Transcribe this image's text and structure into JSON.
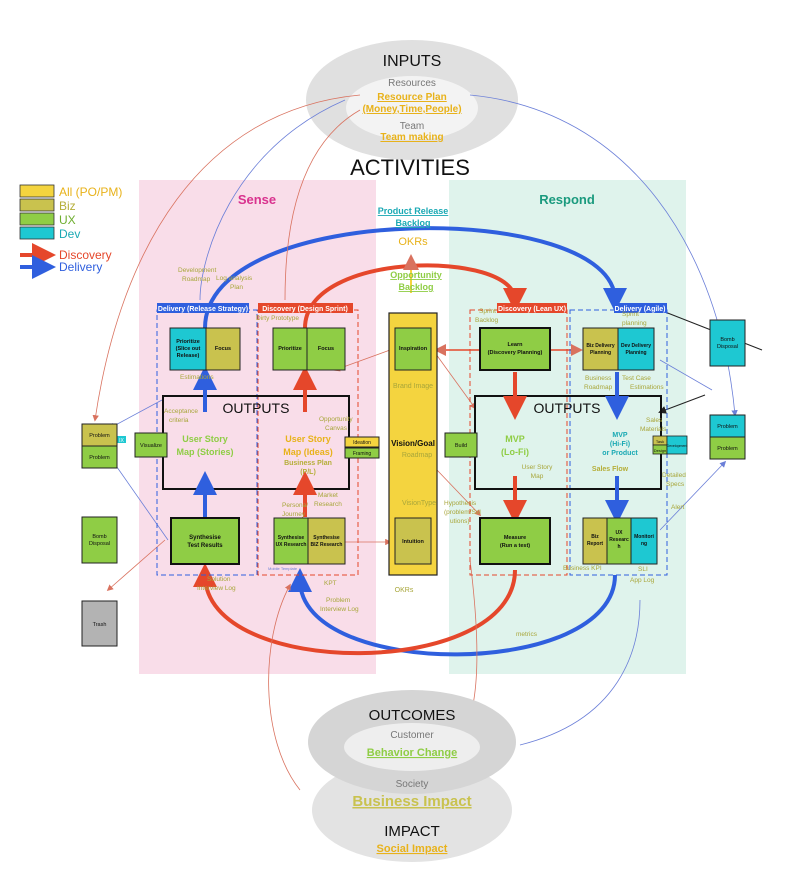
{
  "inputs": {
    "title": "INPUTS",
    "resources_label": "Resources",
    "resource_plan": "Resource Plan",
    "resource_plan_detail": "(Money,Time,People)",
    "team_label": "Team",
    "team_making": "Team making"
  },
  "activities": {
    "title": "ACTIVITIES",
    "sense": "Sense",
    "respond": "Respond"
  },
  "legend": {
    "all": "All (PO/PM)",
    "biz": "Biz",
    "ux": "UX",
    "dev": "Dev",
    "discovery": "Discovery",
    "delivery": "Delivery"
  },
  "center": {
    "product_release": "Product Release",
    "backlog": "Backlog",
    "okrs": "OKRs",
    "opportunity": "Opportunity",
    "opportunity_backlog": "Backlog",
    "inspiration": "Inspiration",
    "brand_image": "Brand Image",
    "vision_goal": "Vision/Goal",
    "roadmap": "Roadmap",
    "vision_type": "VisionType",
    "intuition": "Intuition",
    "okrs_bottom": "OKRs"
  },
  "left_group": {
    "delivery_header": "Delivery (Release Strategy)",
    "prioritize_1": "Prioritize",
    "prioritize_2": "(Slice out",
    "prioritize_3": "Release)",
    "focus": "Focus",
    "development": "Development",
    "roadmap": "Roadmap",
    "estimations": "Estimations",
    "acceptance_1": "Acceptance",
    "acceptance_2": "criteria",
    "visualize": "Visualize",
    "synthesise_1": "Synthesise",
    "synthesise_2": "Test Results",
    "solution": "Solution",
    "interview_log": "Interview Log",
    "problem": "Problem",
    "bomb_1": "Bomb",
    "bomb_2": "Disposal",
    "trash": "Trash",
    "ix": "IX"
  },
  "mid_left_group": {
    "discovery_header": "Discovery (Design Sprint)",
    "dirty_prototype": "Dirty Prototype",
    "prioritize": "Prioritize",
    "focus": "Focus",
    "log_analysis": "Log analysis",
    "plan": "Plan",
    "opportunity_1": "Opportunity",
    "opportunity_2": "Canvas",
    "ideation": "Ideation",
    "framing": "Framing",
    "market_1": "Market",
    "market_2": "Research",
    "persona_1": "Persona/",
    "persona_2": "Journey",
    "synth_ux_1": "Synthesise",
    "synth_ux_2": "UX Research",
    "synth_biz_1": "Synthesise",
    "synth_biz_2": "BIZ Research",
    "mobile_tag": "Mobile Template",
    "kpt": "KPT",
    "problem": "Problem",
    "interview_log": "Interview Log"
  },
  "outputs_left": {
    "title": "OUTPUTS",
    "story_map_1": "User Story",
    "story_map_2": "Map (Stories)",
    "story_ideas_1": "User Story",
    "story_ideas_2": "Map (Ideas)",
    "business_plan_1": "Business Plan",
    "business_plan_2": "(P/L)"
  },
  "mid_right_group": {
    "discovery_header": "Discovery (Lean UX)",
    "sprint": "Sprint",
    "backlog": "Backlog",
    "learn_1": "Learn",
    "learn_2": "(Discovery Planning)",
    "build": "Build",
    "hypothesis_1": "Hypothesis",
    "hypothesis_2": "(problem/Sol",
    "hypothesis_3": "utions)",
    "measure_1": "Measure",
    "measure_2": "(Run a test)",
    "business_kpi": "Business KPI",
    "metrics": "metrics"
  },
  "right_group": {
    "delivery_header": "Delivery (Agile)",
    "sprint": "Sprint",
    "planning": "planning",
    "biz_delivery_1": "Biz Delivery",
    "biz_delivery_2": "Planning",
    "dev_delivery_1": "Dev Delivery",
    "dev_delivery_2": "Planning",
    "business_1": "Business",
    "business_2": "Roadmap",
    "test_case": "Test Case",
    "estimations": "Estimations",
    "sales_1": "Sales",
    "sales_2": "Materials",
    "task": "Task",
    "design": "Design",
    "development": "Development",
    "detailed_1": "Detailed",
    "detailed_2": "Specs",
    "alert": "Alert",
    "biz_report_1": "Biz",
    "biz_report_2": "Report",
    "ux_research_1": "UX",
    "ux_research_2": "Researc",
    "ux_research_3": "h",
    "monitoring_1": "Monitori",
    "monitoring_2": "ng",
    "sli": "SLI",
    "app_log": "App Log",
    "bomb_1": "Bomb",
    "bomb_2": "Disposal",
    "problem": "Problem"
  },
  "outputs_right": {
    "title": "OUTPUTS",
    "mvp_1": "MVP",
    "mvp_2": "(Lo-Fi)",
    "user_story_1": "User Story",
    "user_story_2": "Map",
    "hifi_1": "MVP",
    "hifi_2": "(Hi-Fi)",
    "hifi_3": "or Product",
    "sales_flow": "Sales Flow"
  },
  "outcomes": {
    "title": "OUTCOMES",
    "customer": "Customer",
    "behavior_change": "Behavior Change",
    "society": "Society",
    "business_impact": "Business Impact",
    "impact_title": "IMPACT",
    "social_impact": "Social Impact"
  },
  "colors": {
    "all": "#f4d43f",
    "biz": "#c9c24e",
    "ux": "#8fcd45",
    "dev": "#1ec8d2",
    "discovery": "#e5472b",
    "delivery": "#2f5fde",
    "sense_bg": "#f9dde9",
    "respond_bg": "#dff3ec",
    "sense_text": "#d9328e",
    "respond_text": "#1a9a7e",
    "label_text": "#a8a63a",
    "gold_text": "#e8b21a"
  }
}
